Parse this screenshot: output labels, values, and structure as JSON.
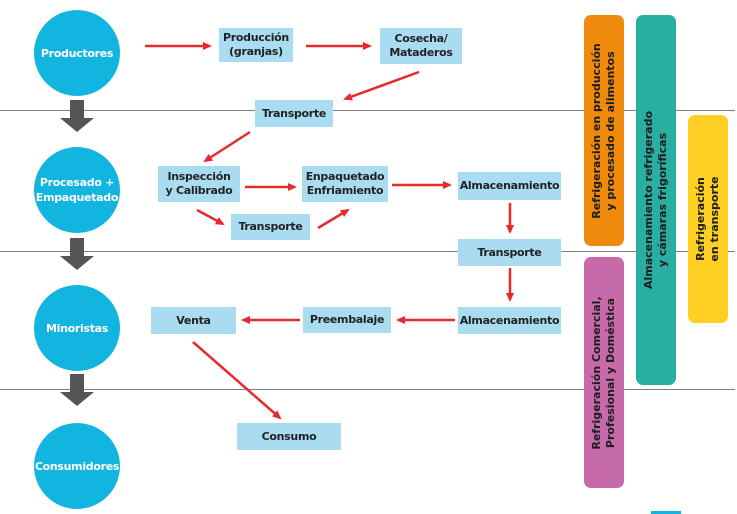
{
  "stages": [
    {
      "id": "productores",
      "label": "Productores"
    },
    {
      "id": "procesado",
      "label": "Procesado +\nEmpaquetado"
    },
    {
      "id": "minoristas",
      "label": "Minoristas"
    },
    {
      "id": "consumidores",
      "label": "Consumidores"
    }
  ],
  "process_boxes": {
    "produccion": "Producción\n(granjas)",
    "cosecha": "Cosecha/\nMataderos",
    "transporte1": "Transporte",
    "inspeccion": "Inspección\ny Calibrado",
    "empaquetado": "Enpaquetado\nEnfriamiento",
    "transporte2": "Transporte",
    "almacenamiento1": "Almacenamiento",
    "transporte3": "Transporte",
    "almacenamiento2": "Almacenamiento",
    "preembalaje": "Preembalaje",
    "venta": "Venta",
    "consumo": "Consumo"
  },
  "refrigeration_bars": [
    {
      "id": "produccion",
      "label": "Refrigeración en producción\ny procesado de alimentos",
      "color": "#f08a0c"
    },
    {
      "id": "almacenamiento",
      "label": "Almacenamiento refrigerado\ny cámaras frigoríficas",
      "color": "#2aaea1"
    },
    {
      "id": "transporte",
      "label": "Refrigeración\nen transporte",
      "color": "#fdd023"
    },
    {
      "id": "comercial",
      "label": "Refrigeración Comercial,\nProfesional y Doméstica",
      "color": "#c76aaa"
    }
  ],
  "colors": {
    "stage_circle": "#12b5e0",
    "process_box": "#aadcf1",
    "flow_arrow": "#e52b2b",
    "stage_arrow": "#555555",
    "divider": "#7f7f7f"
  }
}
